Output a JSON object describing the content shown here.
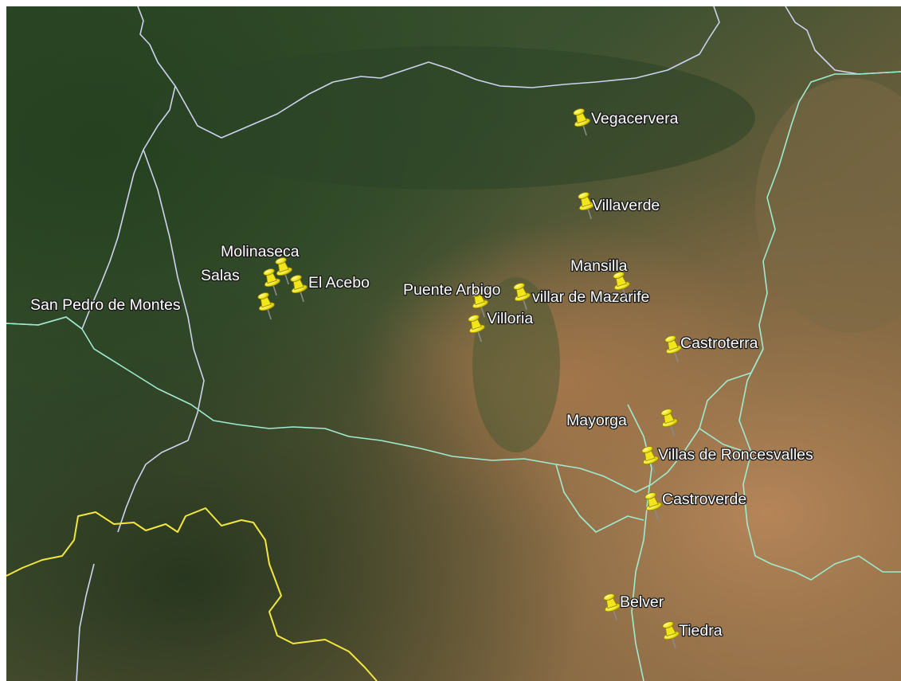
{
  "map": {
    "imagery": "satellite",
    "colors": {
      "province_border": "#ccd4ee",
      "region_border": "#9eebd0",
      "country_border": "#f2e640",
      "pin": "#f2e61a"
    },
    "pin_icon": "yellow-pushpin-icon",
    "placemarks": [
      {
        "name": "Vegacervera"
      },
      {
        "name": "Villaverde"
      },
      {
        "name": "Molinaseca"
      },
      {
        "name": "Salas"
      },
      {
        "name": "El Acebo"
      },
      {
        "name": "San Pedro de Montes"
      },
      {
        "name": "Puente Arbigo"
      },
      {
        "name": "villar de Mazarife"
      },
      {
        "name": "Mansilla"
      },
      {
        "name": "Villoria"
      },
      {
        "name": "Castroterra"
      },
      {
        "name": "Mayorga"
      },
      {
        "name": "Villas de Roncesvalles"
      },
      {
        "name": "Castroverde"
      },
      {
        "name": "Belver"
      },
      {
        "name": "Tiedra"
      }
    ]
  }
}
